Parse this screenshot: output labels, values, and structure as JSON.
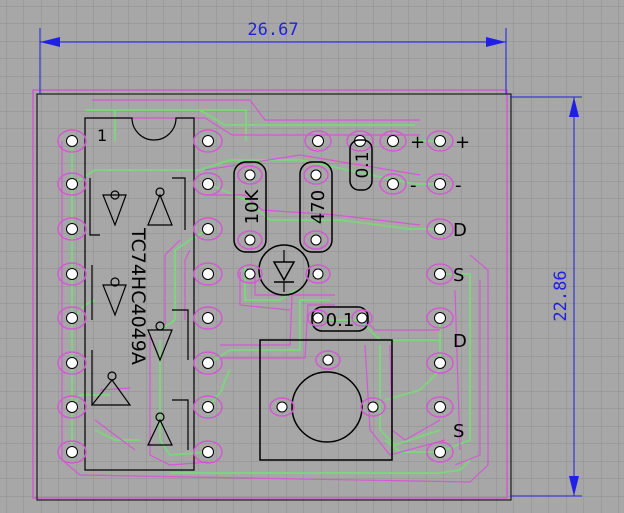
{
  "board": {
    "width_label": "26.67",
    "height_label": "22.86"
  },
  "ic": {
    "part_label": "TC74HC4049A",
    "pin1_label": "1"
  },
  "components": {
    "r1_label": "10K",
    "r2_label": "470",
    "c1_label": "0.1",
    "c2_label": "0.1"
  },
  "connector_labels": {
    "plus_1": "+",
    "plus_2": "+",
    "minus_1": "-",
    "minus_2": "-",
    "d_1": "D",
    "s_1": "S",
    "d_2": "D",
    "s_2": "S"
  },
  "colors": {
    "grid_bg": "#a7a7a7",
    "grid_line": "#8f8f8f",
    "copper": "#d25ad2",
    "trace_green": "#7fd27f",
    "dimension": "#1f1fe6",
    "silk": "#000000"
  }
}
